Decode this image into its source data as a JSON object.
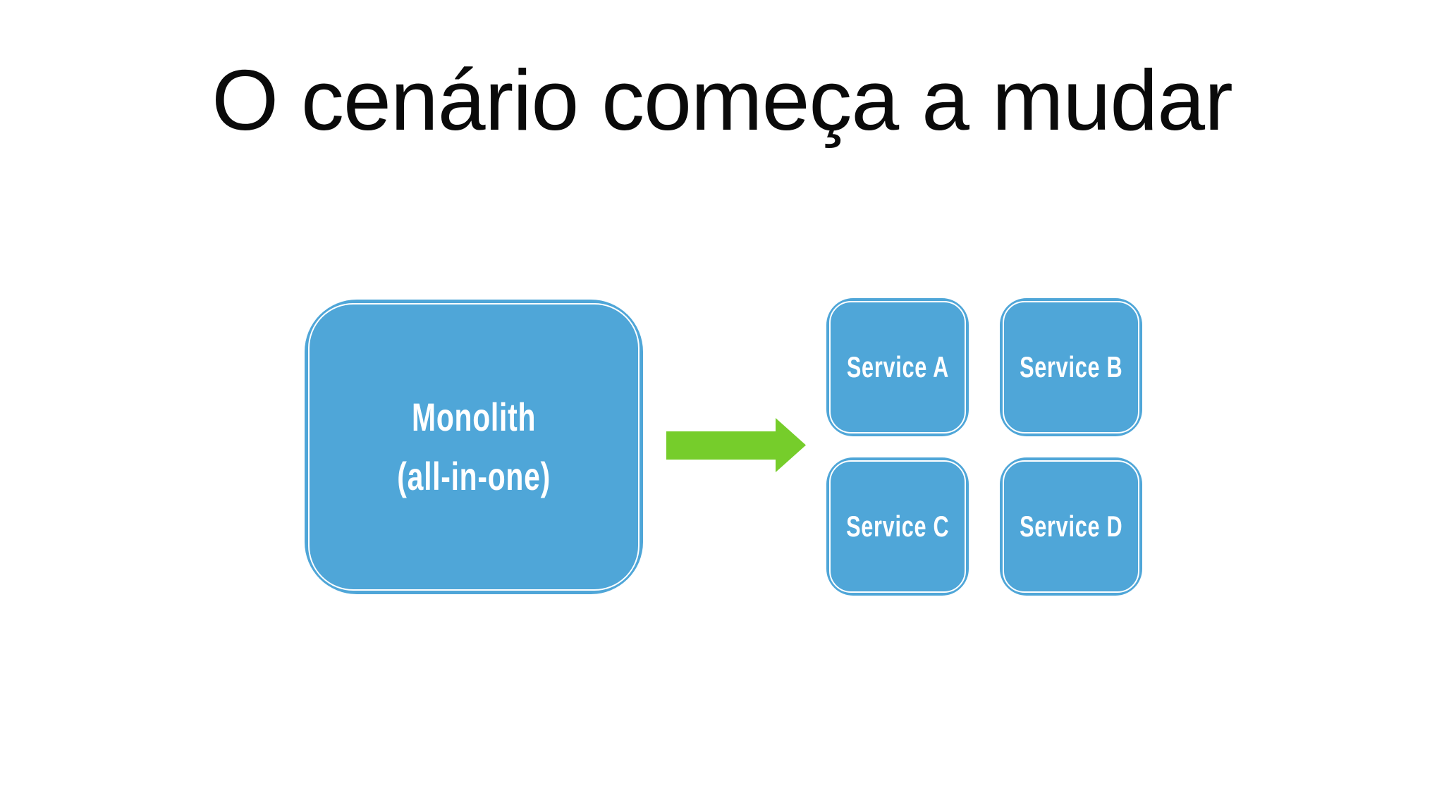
{
  "theme": {
    "bg": "#ffffff",
    "title_color": "#0a0a0a",
    "box_blue": "#4fa6d8",
    "box_outline": "#ffffff",
    "label_white": "#ffffff",
    "arrow_green": "#76cd2b"
  },
  "slide": {
    "title": "O cenário começa a mudar",
    "monolith": {
      "line1": "Monolith",
      "line2": "(all-in-one)"
    },
    "arrow_icon": "arrow-right-icon",
    "services": [
      {
        "label": "Service A"
      },
      {
        "label": "Service B"
      },
      {
        "label": "Service C"
      },
      {
        "label": "Service D"
      }
    ]
  }
}
